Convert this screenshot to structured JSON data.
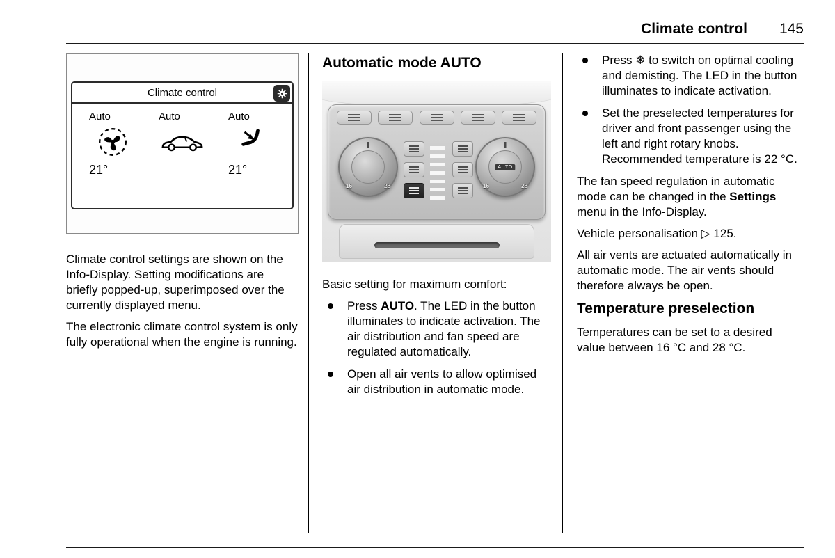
{
  "header": {
    "title": "Climate control",
    "page_number": "145"
  },
  "col1": {
    "display": {
      "title": "Climate control",
      "auto_labels": [
        "Auto",
        "Auto",
        "Auto"
      ],
      "temp_left": "21°",
      "temp_right": "21°"
    },
    "para1": "Climate control settings are shown on the Info-Display. Setting modifications are briefly popped-up, superimposed over the currently displayed menu.",
    "para2": "The electronic climate control system is only fully operational when the engine is running."
  },
  "col2": {
    "heading": "Automatic mode AUTO",
    "panel": {
      "left_knob_min": "16",
      "left_knob_max": "28",
      "right_knob_min": "16",
      "right_knob_max": "28",
      "right_knob_auto": "AUTO"
    },
    "intro": "Basic setting for maximum comfort:",
    "bullet1_pre": "Press ",
    "bullet1_bold": "AUTO",
    "bullet1_post": ". The LED in the button illuminates to indicate activation. The air distribution and fan speed are regulated automatically.",
    "bullet2": "Open all air vents to allow optimised air distribution in automatic mode."
  },
  "col3": {
    "bullet1_pre": "Press ",
    "bullet1_icon": "❄",
    "bullet1_post": " to switch on optimal cooling and demisting. The LED in the button illuminates to indicate activation.",
    "bullet2": "Set the preselected temperatures for driver and front passenger using the left and right rotary knobs. Recommended temperature is 22 °C.",
    "fan_para_pre": "The fan speed regulation in automatic mode can be changed in the ",
    "fan_para_bold": "Settings",
    "fan_para_post": " menu in the Info-Display.",
    "ref_text": "Vehicle personalisation ",
    "ref_symbol": "▷",
    "ref_page": " 125.",
    "vents_para": "All air vents are actuated automatically in automatic mode. The air vents should therefore always be open.",
    "subheading": "Temperature preselection",
    "temp_para": "Temperatures can be set to a desired value between 16 °C and 28 °C."
  }
}
